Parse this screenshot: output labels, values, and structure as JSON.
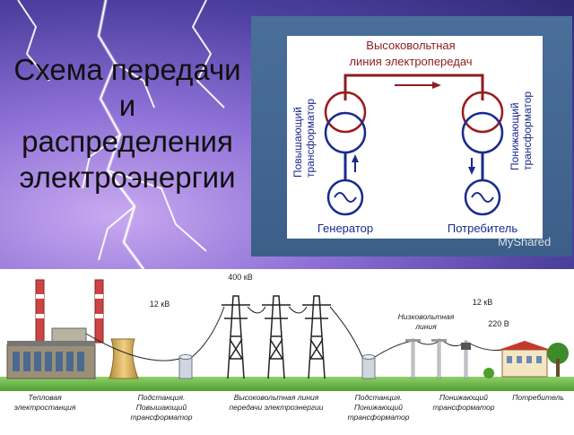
{
  "title_lines": [
    "Схема передачи и",
    "распределения",
    "электроэнергии"
  ],
  "watermark": "MyShared",
  "schematic": {
    "line_label_1": "Высоковольтная",
    "line_label_2": "линия электропередач",
    "step_up_1": "Повышающий",
    "step_up_2": "трансформатор",
    "step_down_1": "Понижающий",
    "step_down_2": "трансформатор",
    "generator": "Генератор",
    "consumer": "Потребитель",
    "colors": {
      "line": "#8b1e1e",
      "coil_top": "#9b1c1c",
      "coil_bottom": "#1a2a8c",
      "arrow": "#1a2a8c"
    }
  },
  "scene": {
    "voltage_400": "400 кВ",
    "voltage_12_left": "12 кВ",
    "voltage_12_right": "12 кВ",
    "voltage_220": "220 В",
    "low_voltage_1": "Низковольтная",
    "low_voltage_2": "линия",
    "captions": {
      "thermal_1": "Тепловая",
      "thermal_2": "электростанция",
      "sub_up_1": "Подстанция.",
      "sub_up_2": "Повышающий",
      "sub_up_3": "трансформатор",
      "hv_1": "Высоковольтная линия",
      "hv_2": "передачи электроэнергии",
      "sub_down_1": "Подстанция.",
      "sub_down_2": "Понижающий",
      "sub_down_3": "трансформатор",
      "step_down_1": "Понижающий",
      "step_down_2": "трансформатор",
      "consumer": "Потребитель"
    }
  }
}
